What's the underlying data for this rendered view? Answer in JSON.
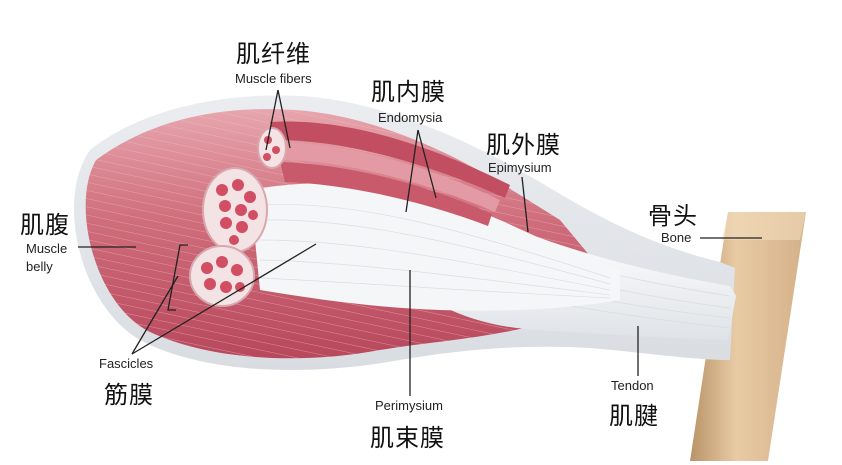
{
  "labels": {
    "muscle_fibers": {
      "zh": "肌纤维",
      "en": "Muscle fibers"
    },
    "endomysia": {
      "zh": "肌内膜",
      "en": "Endomysia"
    },
    "epimysium": {
      "zh": "肌外膜",
      "en": "Epimysium"
    },
    "muscle_belly": {
      "zh": "肌腹",
      "en_line1": "Muscle",
      "en_line2": "belly"
    },
    "bone": {
      "zh": "骨头",
      "en": "Bone"
    },
    "fascicles": {
      "zh": "筋膜",
      "en": "Fascicles"
    },
    "perimysium": {
      "zh": "肌束膜",
      "en": "Perimysium"
    },
    "tendon": {
      "zh": "肌腱",
      "en": "Tendon"
    }
  },
  "colors": {
    "muscle": "#c9576a",
    "muscle_light": "#e8a3ad",
    "sheath": "#f3f1ef",
    "tendon": "#f7f7f7",
    "bone": "#dcb98f",
    "leader": "#222222"
  }
}
